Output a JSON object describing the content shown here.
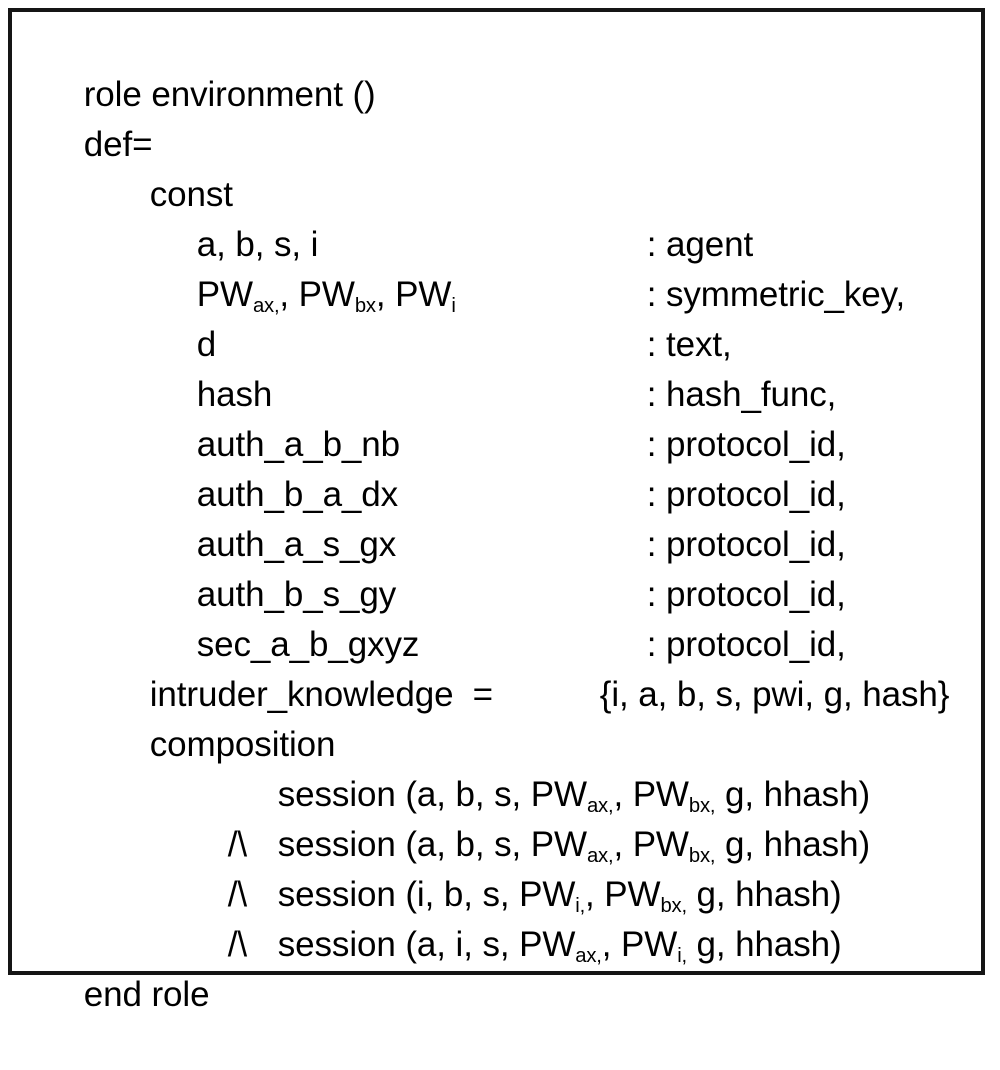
{
  "document": {
    "kind": "code-listing",
    "language": "HLPSL (AVISPA)",
    "border_color": "#151515",
    "background_color": "#ffffff",
    "text_color": "#000000",
    "lines": [
      {
        "id": "l1",
        "indent": 0,
        "text": "role environment ()"
      },
      {
        "id": "l2",
        "indent": 0,
        "text": "def="
      },
      {
        "id": "l3",
        "indent": 1,
        "text": "const"
      },
      {
        "id": "l4",
        "indent": 2,
        "name": "a, b, s, i",
        "type": ": agent"
      },
      {
        "id": "l5",
        "indent": 2,
        "name_html": "PW<sub>ax,</sub> PW<sub>bx</sub>, PW<sub>i</sub>",
        "name": "PWax, PWbx, PWi",
        "type": ": symmetric_key,"
      },
      {
        "id": "l6",
        "indent": 2,
        "name": "d",
        "type": ": text,"
      },
      {
        "id": "l7",
        "indent": 2,
        "name": "hash",
        "type": ": hash_func,"
      },
      {
        "id": "l8",
        "indent": 2,
        "name": "auth_a_b_nb",
        "type": ": protocol_id,"
      },
      {
        "id": "l9",
        "indent": 2,
        "name": "auth_b_a_dx",
        "type": ": protocol_id,"
      },
      {
        "id": "l10",
        "indent": 2,
        "name": "auth_a_s_gx",
        "type": ": protocol_id,"
      },
      {
        "id": "l11",
        "indent": 2,
        "name": "auth_b_s_gy",
        "type": ": protocol_id,"
      },
      {
        "id": "l12",
        "indent": 2,
        "name": "sec_a_b_gxyz",
        "type": ": protocol_id,"
      },
      {
        "id": "l13",
        "indent": 1,
        "name": "intruder_knowledge  =",
        "type": "{i, a, b, s, pwi, g, hash}"
      },
      {
        "id": "l14",
        "indent": 1,
        "text": "composition"
      },
      {
        "id": "l15",
        "indent": 3,
        "wedge": "",
        "session_html": "session (a, b, s, PW<sub>ax,</sub> PW<sub>bx,</sub> g, hhash)",
        "session": "session (a, b, s, PWax, PWbx, g, hhash)"
      },
      {
        "id": "l16",
        "indent": 3,
        "wedge": "/\\",
        "session_html": "session (a, b, s, PW<sub>ax,</sub> PW<sub>bx,</sub> g, hhash)",
        "session": "session (a, b, s, PWax, PWbx, g, hhash)"
      },
      {
        "id": "l17",
        "indent": 3,
        "wedge": "/\\",
        "session_html": "session (i, b, s, PW<sub>i,</sub> PW<sub>bx,</sub> g, hhash)",
        "session": "session (i, b, s, PWi, PWbx, g, hhash)"
      },
      {
        "id": "l18",
        "indent": 3,
        "wedge": "/\\",
        "session_html": "session (a, i, s, PW<sub>ax,</sub> PW<sub>i,</sub> g, hhash)",
        "session": "session (a, i, s, PWax, PWi, g, hhash)"
      },
      {
        "id": "l19",
        "indent": 0,
        "text": "end role"
      }
    ],
    "line1": {
      "text": "role environment ()"
    },
    "line2": {
      "text": "def="
    },
    "line3": {
      "text": "const"
    },
    "line4": {
      "name": "a, b, s, i",
      "type": ": agent"
    },
    "line5": {
      "type": ": symmetric_key,"
    },
    "line6": {
      "name": "d",
      "type": ": text,"
    },
    "line7": {
      "name": "hash",
      "type": ": hash_func,"
    },
    "line8": {
      "name": "auth_a_b_nb",
      "type": ": protocol_id,"
    },
    "line9": {
      "name": "auth_b_a_dx",
      "type": ": protocol_id,"
    },
    "line10": {
      "name": "auth_a_s_gx",
      "type": ": protocol_id,"
    },
    "line11": {
      "name": "auth_b_s_gy",
      "type": ": protocol_id,"
    },
    "line12": {
      "name": "sec_a_b_gxyz",
      "type": ": protocol_id,"
    },
    "line13": {
      "name": "intruder_knowledge  =",
      "value": "{i, a, b, s, pwi, g, hash}"
    },
    "line14": {
      "text": "composition"
    },
    "line15": {
      "wedge": ""
    },
    "line16": {
      "wedge": "/\\"
    },
    "line17": {
      "wedge": "/\\"
    },
    "line18": {
      "wedge": "/\\"
    },
    "line19": {
      "text": "end role"
    },
    "tokens": {
      "pw": "PW",
      "sub_ax_comma": "ax,",
      "sub_bx": "bx",
      "sub_bx_comma": "bx,",
      "sub_i": "i",
      "sub_i_comma": "i,",
      "comma_space": ", ",
      "session_open_abs": "session (a, b, s, ",
      "session_open_ibs": "session (i, b, s, ",
      "session_open_ais": "session (a, i, s, ",
      "session_tail": " g, hhash)"
    }
  }
}
